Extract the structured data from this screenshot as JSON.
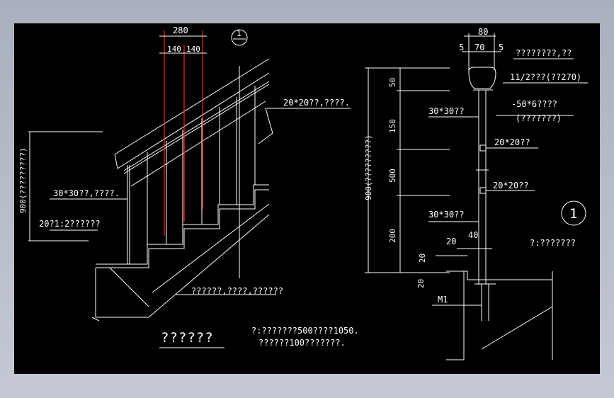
{
  "colors": {
    "background": "#000000",
    "lines": "#ffffff",
    "dimension": "#ff2020",
    "frame": "#b4bac6"
  },
  "left_view": {
    "dim_top": "280",
    "dim_left": "140",
    "dim_right": "140",
    "section_marker_top": "1",
    "label_baluster_top": "20*20??,????.",
    "label_rail": "30*30??,????.",
    "label_flat": "20?1:2??????",
    "label_height": "900(?????????)",
    "label_tread": "??????,????,??????",
    "title": "??????",
    "note_line1": "?:???????500????1050.",
    "note_line2": "??????100???????."
  },
  "right_view": {
    "dim_80": "80",
    "dim_5_left": "5",
    "dim_70": "70",
    "dim_5_right": "5",
    "label_handrail": "????????,??",
    "label_bolt": "11/2???(??270)",
    "label_plate": "-50*6????",
    "label_plate_sub": "(???????)",
    "label_rail_top": "30*30??",
    "label_bal1": "20*20??",
    "label_bal2": "20*20??",
    "label_rail_bottom": "30*30??",
    "dim_50": "50",
    "dim_150": "150",
    "dim_500": "500",
    "dim_200": "200",
    "dim_900": "900(?????????)",
    "dim_40": "40",
    "dim_20a": "20",
    "dim_20b": "20",
    "dim_20c": "20",
    "label_m1": "M1",
    "section_number": "1",
    "section_caption": "?:???????"
  }
}
